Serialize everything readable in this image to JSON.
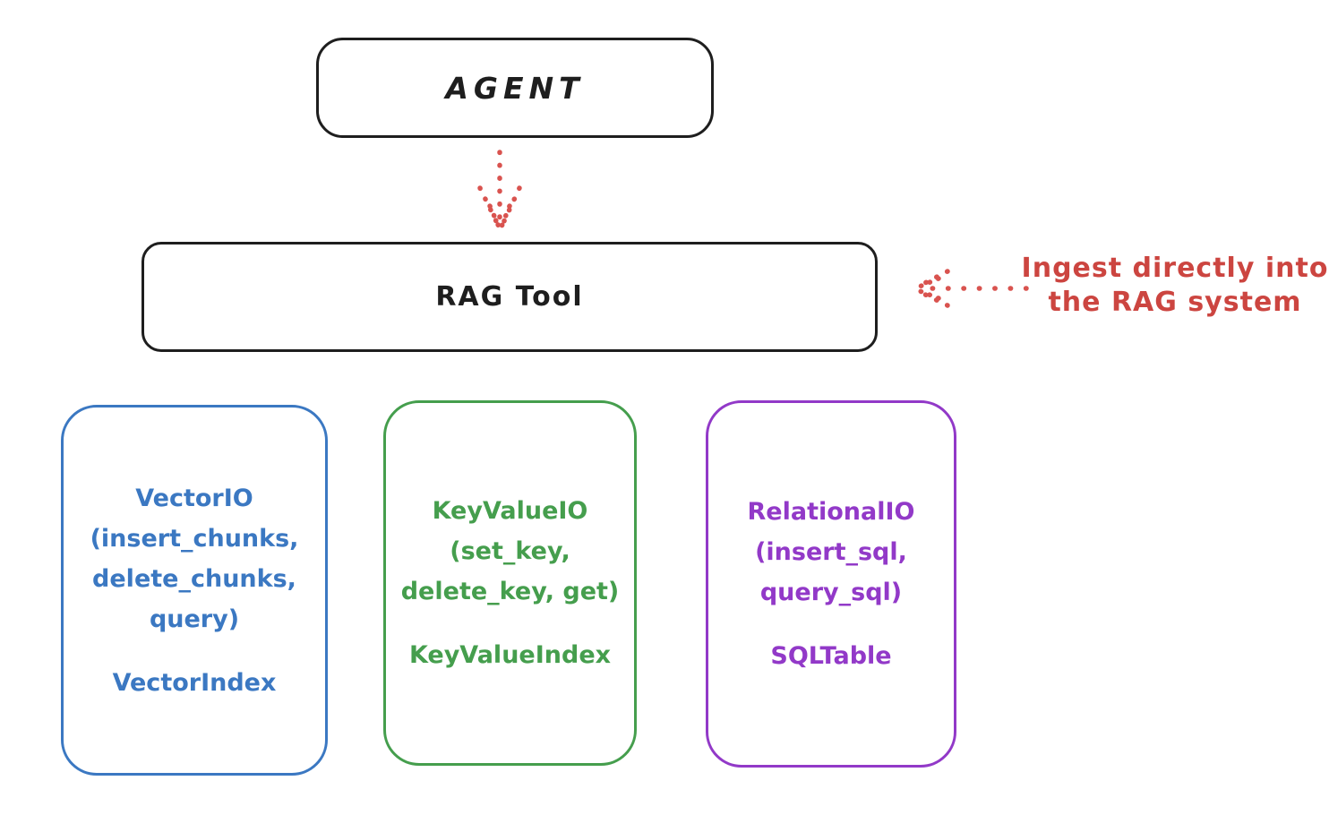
{
  "diagram": {
    "title_hint": "RAG Tool architecture sketch",
    "ink_color": "#1e1e1e",
    "background": "#ffffff",
    "agent": {
      "label": "AGENT"
    },
    "rag_tool": {
      "label": "RAG Tool"
    },
    "annotation": {
      "line1": "Ingest directly into",
      "line2": "the RAG system",
      "color": "#cc4540"
    },
    "arrows": {
      "agent_to_rag_tool": "dotted red arrow pointing down",
      "annotation_to_rag_tool": "dotted red arrow pointing left",
      "color": "#d9534f"
    },
    "stores": [
      {
        "name": "VectorIO",
        "lines": [
          "VectorIO",
          "(insert_chunks,",
          "delete_chunks,",
          "query)"
        ],
        "index_label": "VectorIndex",
        "color": "#3b78c2"
      },
      {
        "name": "KeyValueIO",
        "lines": [
          "KeyValueIO",
          "(set_key,",
          "delete_key, get)"
        ],
        "index_label": "KeyValueIndex",
        "color": "#459e4d"
      },
      {
        "name": "RelationalIO",
        "lines": [
          "RelationalIO",
          "(insert_sql,",
          "query_sql)"
        ],
        "index_label": "SQLTable",
        "color": "#9239c8"
      }
    ]
  }
}
